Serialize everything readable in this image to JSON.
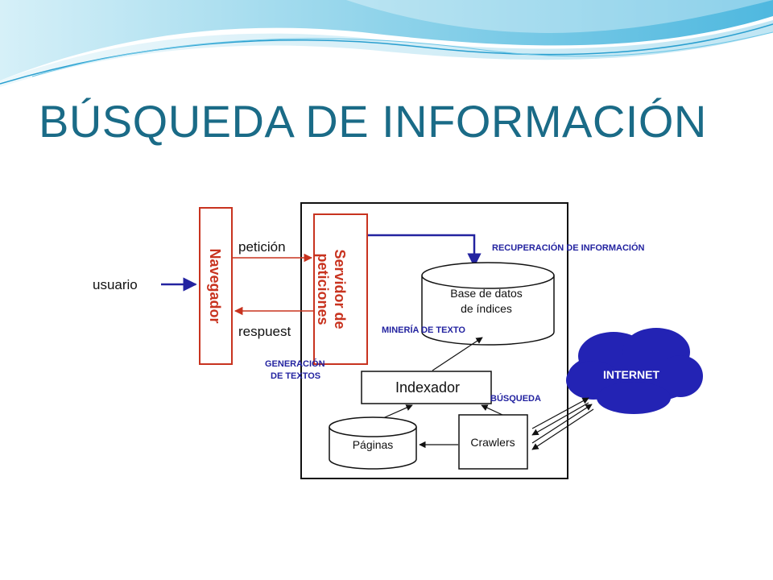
{
  "slide": {
    "title": "BÚSQUEDA DE INFORMACIÓN"
  },
  "diagram": {
    "user_label": "usuario",
    "browser_label": "Navegador",
    "request_label": "petición",
    "response_label": "respuest",
    "server_line1": "Servidor de",
    "server_line2": "peticiones",
    "text_generation_line1": "GENERACIÓN",
    "text_generation_line2": "DE TEXTOS",
    "retrieval_label": "RECUPERACIÓN DE INFORMACIÓN",
    "index_db_line1": "Base de datos",
    "index_db_line2": "de índices",
    "text_mining_label": "MINERÍA DE TEXTO",
    "indexer_label": "Indexador",
    "search_label": "BÚSQUEDA",
    "pages_label": "Páginas",
    "crawlers_label": "Crawlers",
    "internet_label": "INTERNET",
    "colors": {
      "title": "#1a6b87",
      "flow_red": "#c8331f",
      "flow_blue": "#2323a0",
      "internet_cloud": "#2323b4"
    }
  }
}
